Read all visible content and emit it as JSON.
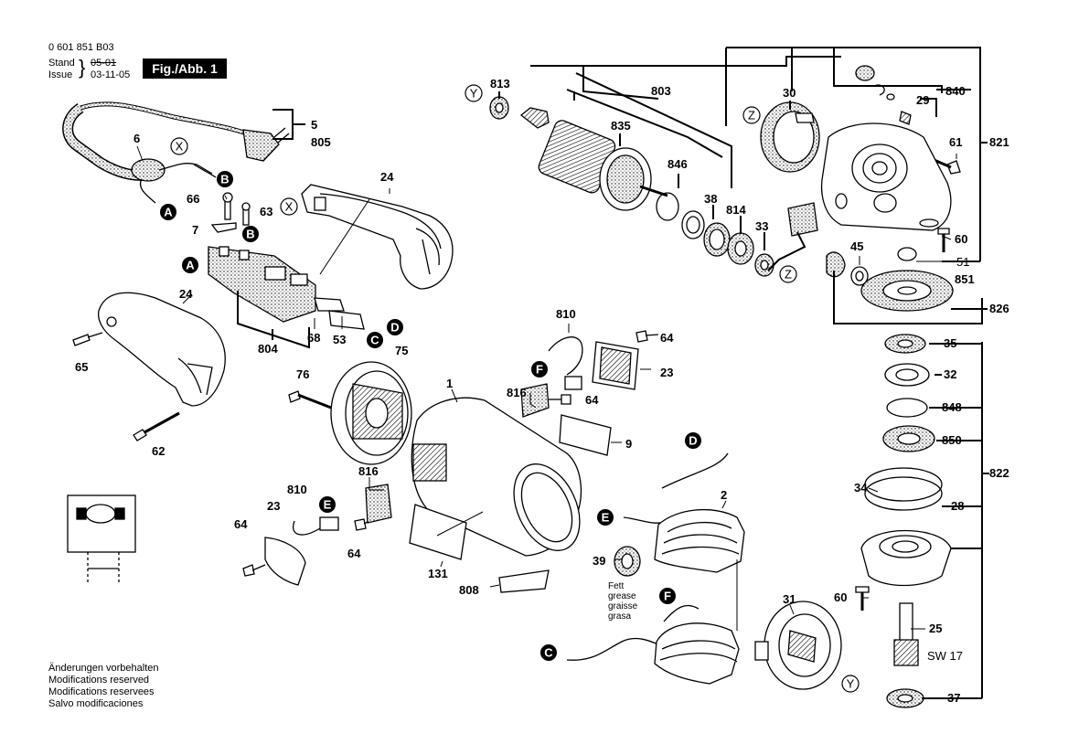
{
  "header": {
    "doc_number": "0 601 851 B03",
    "stand_label": "Stand",
    "stand_value": "05-01",
    "issue_label": "Issue",
    "issue_value": "03-11-05",
    "figure_label": "Fig./Abb. 1"
  },
  "notes": [
    "Änderungen vorbehalten",
    "Modifications reserved",
    "Modifications reservees",
    "Salvo modificaciones"
  ],
  "grease_note": [
    "Fett",
    "grease",
    "graisse",
    "grasa"
  ],
  "part_numbers": {
    "p5": "5",
    "p805": "805",
    "p6": "6",
    "p66": "66",
    "p63": "63",
    "p7": "7",
    "p24a": "24",
    "p24b": "24",
    "p65": "65",
    "p804": "804",
    "p68": "68",
    "p53": "53",
    "p75": "75",
    "p76": "76",
    "p62": "62",
    "p1": "1",
    "p810a": "810",
    "p64a": "64",
    "p23a": "23",
    "p816a": "816",
    "p64b": "64",
    "p9": "9",
    "p816b": "816",
    "p810b": "810",
    "p23b": "23",
    "p64c": "64",
    "p64d": "64",
    "p131": "131",
    "p808": "808",
    "p2": "2",
    "p39": "39",
    "p31": "31",
    "p813": "813",
    "p803": "803",
    "p835": "835",
    "p846": "846",
    "p38": "38",
    "p814": "814",
    "p33": "33",
    "p30": "30",
    "p840": "840",
    "p29": "29",
    "p61": "61",
    "p821": "821",
    "p60a": "60",
    "p51": "51",
    "p45": "45",
    "p851": "851",
    "p826": "826",
    "p35": "35",
    "p32": "32",
    "p848": "848",
    "p850": "850",
    "p34": "34",
    "p28": "28",
    "p822": "822",
    "p60b": "60",
    "p25": "25",
    "sw17": "SW 17",
    "p37": "37"
  },
  "connectors": {
    "A": "A",
    "B": "B",
    "C": "C",
    "D": "D",
    "E": "E",
    "F": "F",
    "X": "X",
    "Y": "Y",
    "Z": "Z"
  }
}
